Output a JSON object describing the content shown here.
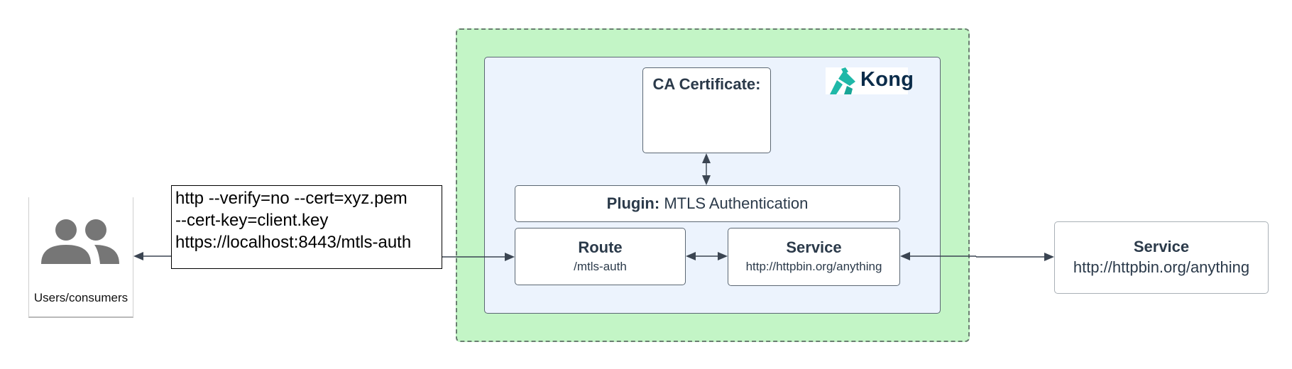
{
  "consumers": {
    "label": "Users/consumers",
    "icon": "users-icon"
  },
  "command": {
    "lines": [
      "http --verify=no --cert=xyz.pem",
      "--cert-key=client.key",
      "https://localhost:8443/mtls-auth"
    ]
  },
  "kong": {
    "logo_text": "Kong",
    "ca_certificate": {
      "title": "CA Certificate:"
    },
    "plugin": {
      "label_bold": "Plugin:",
      "label": " MTLS Authentication"
    },
    "route": {
      "title": "Route",
      "path": "/mtls-auth"
    },
    "service": {
      "title": "Service",
      "url": "http://httpbin.org/anything"
    }
  },
  "external_service": {
    "title": "Service",
    "url": "http://httpbin.org/anything"
  },
  "colors": {
    "zone_green": "#c3f5c6",
    "panel_blue": "#ecf3fd",
    "kong_teal": "#1fb8a8",
    "kong_navy": "#0b2c4a",
    "icon_gray": "#767676",
    "arrow": "#3b4552"
  }
}
